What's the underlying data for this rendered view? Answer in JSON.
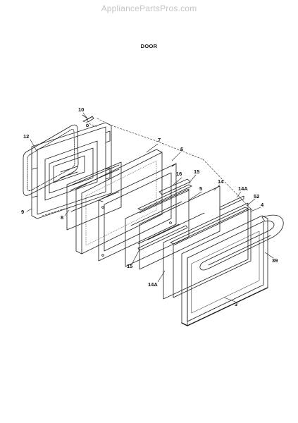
{
  "watermark": "AppliancePartsPros.com",
  "title": "DOOR",
  "colors": {
    "line": "#1a1a1a",
    "text": "#111111",
    "watermark": "#c4c4c4",
    "background": "#ffffff"
  },
  "callouts": {
    "c10": "10",
    "c12": "12",
    "c7": "7",
    "c6": "6",
    "c16": "16",
    "c15a": "15",
    "c14": "14",
    "c14A_top": "14A",
    "c52": "52",
    "c5": "5",
    "c4": "4",
    "c9": "9",
    "c8": "8",
    "c39": "39",
    "c15b": "15",
    "c14A_bottom": "14A",
    "c3": "3"
  }
}
